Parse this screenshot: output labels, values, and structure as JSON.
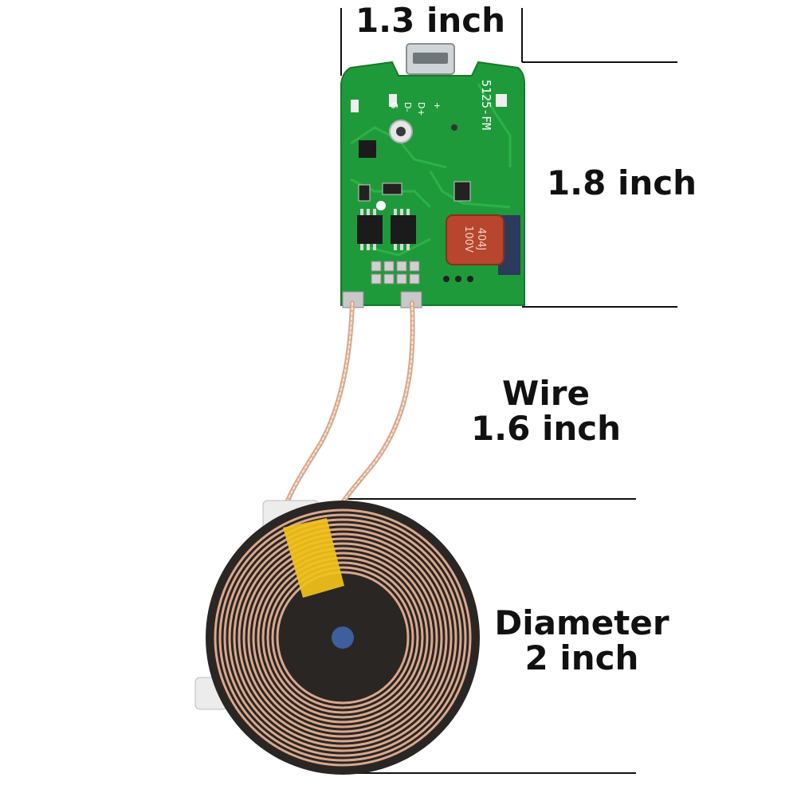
{
  "dimensions": {
    "board_width": "1.3 inch",
    "board_height": "1.8 inch",
    "wire_title": "Wire",
    "wire_length": "1.6 inch",
    "coil_title": "Diameter",
    "coil_diameter": "2 inch"
  },
  "pcb": {
    "silkscreen": "5125-FM",
    "pin_labels": [
      "G",
      "D-",
      "D+",
      "+"
    ],
    "capacitor_text": "404J",
    "capacitor_voltage": "100V"
  },
  "colors": {
    "pcb_green": "#1f9a3a",
    "copper": "#d9a88c",
    "ferrite": "#2a2624",
    "tape": "#f2c21a",
    "capacitor": "#b8452e"
  }
}
